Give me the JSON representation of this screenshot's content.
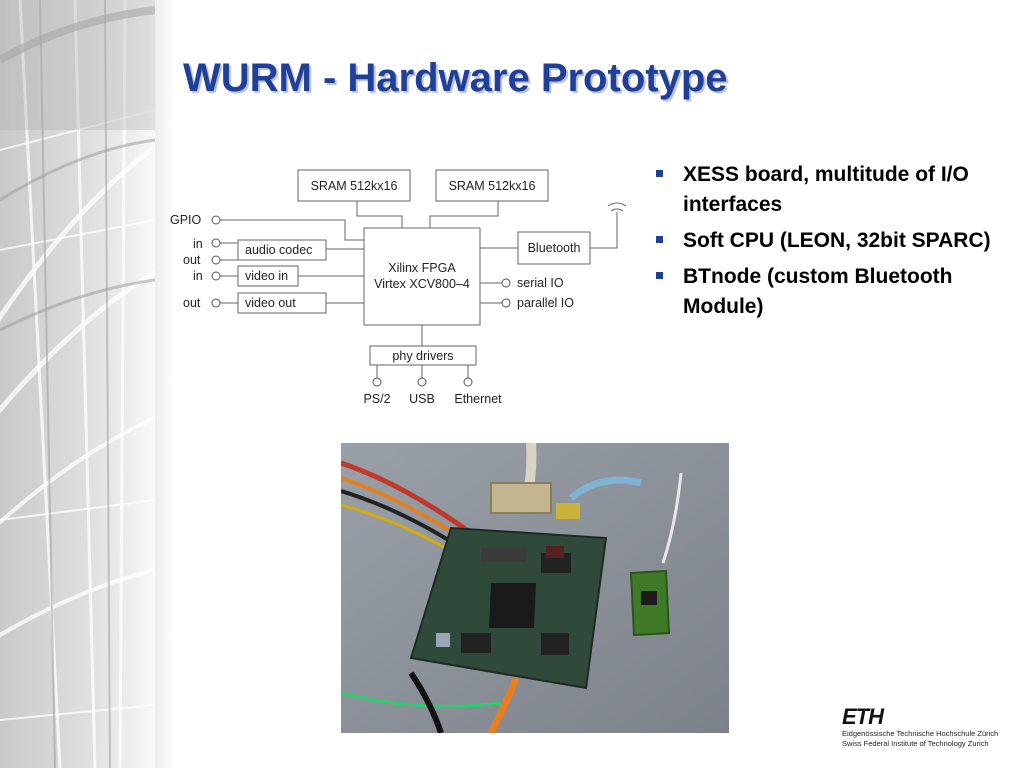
{
  "slide": {
    "title": "WURM - Hardware Prototype",
    "bullets": [
      "XESS board, multitude of I/O interfaces",
      "Soft CPU (LEON, 32bit SPARC)",
      "BTnode (custom Bluetooth Module)"
    ]
  },
  "diagram": {
    "sram_left": "SRAM 512kx16",
    "sram_right": "SRAM 512kx16",
    "fpga_line1": "Xilinx FPGA",
    "fpga_line2": "Virtex XCV800–4",
    "bluetooth": "Bluetooth",
    "gpio": "GPIO",
    "audio_in": "in",
    "audio_out": "out",
    "audio_codec": "audio codec",
    "video_in_port": "in",
    "video_in": "video in",
    "video_out_port": "out",
    "video_out": "video out",
    "serial_io": "serial IO",
    "parallel_io": "parallel IO",
    "phy_drivers": "phy drivers",
    "ps2": "PS/2",
    "usb": "USB",
    "ethernet": "Ethernet"
  },
  "logo": {
    "mark": "ETH",
    "line1": "Eidgenössische Technische Hochschule Zürich",
    "line2": "Swiss Federal Institute of Technology Zurich"
  },
  "colors": {
    "title": "#1f3f99",
    "bullet_marker": "#1f3f99",
    "text": "#000000"
  }
}
